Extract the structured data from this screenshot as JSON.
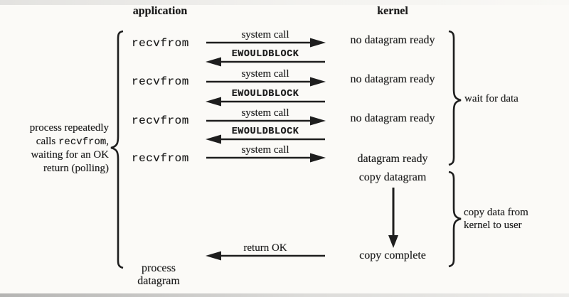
{
  "header": {
    "application": "application",
    "kernel": "kernel"
  },
  "exchanges": [
    {
      "app": "recvfrom",
      "call": "system call",
      "reply": "EWOULDBLOCK",
      "kernel": "no datagram ready"
    },
    {
      "app": "recvfrom",
      "call": "system call",
      "reply": "EWOULDBLOCK",
      "kernel": "no datagram ready"
    },
    {
      "app": "recvfrom",
      "call": "system call",
      "reply": "EWOULDBLOCK",
      "kernel": "no datagram ready"
    },
    {
      "app": "recvfrom",
      "call": "system call",
      "kernel": "datagram ready"
    }
  ],
  "kernel_steps": {
    "copy_datagram": "copy datagram",
    "copy_complete": "copy complete"
  },
  "return_arrow": {
    "label": "return OK"
  },
  "braces": {
    "wait_for_data": "wait for data",
    "copy_from_line1": "copy data from",
    "copy_from_line2": "kernel to user"
  },
  "left_note": {
    "line1": "process repeatedly",
    "line2_prefix": "calls ",
    "line2_code": "recvfrom",
    "line2_suffix": ",",
    "line3": "waiting for an OK",
    "line4": "return (polling)"
  },
  "footer": {
    "line1": "process",
    "line2": "datagram"
  },
  "colors": {
    "ink": "#1b1b1b",
    "background": "#fbfaf7"
  },
  "icons": {
    "system_call_arrow": "arrow-right",
    "ewouldblock_arrow": "arrow-left",
    "copy_arrow": "arrow-down",
    "return_ok_arrow": "arrow-left"
  }
}
